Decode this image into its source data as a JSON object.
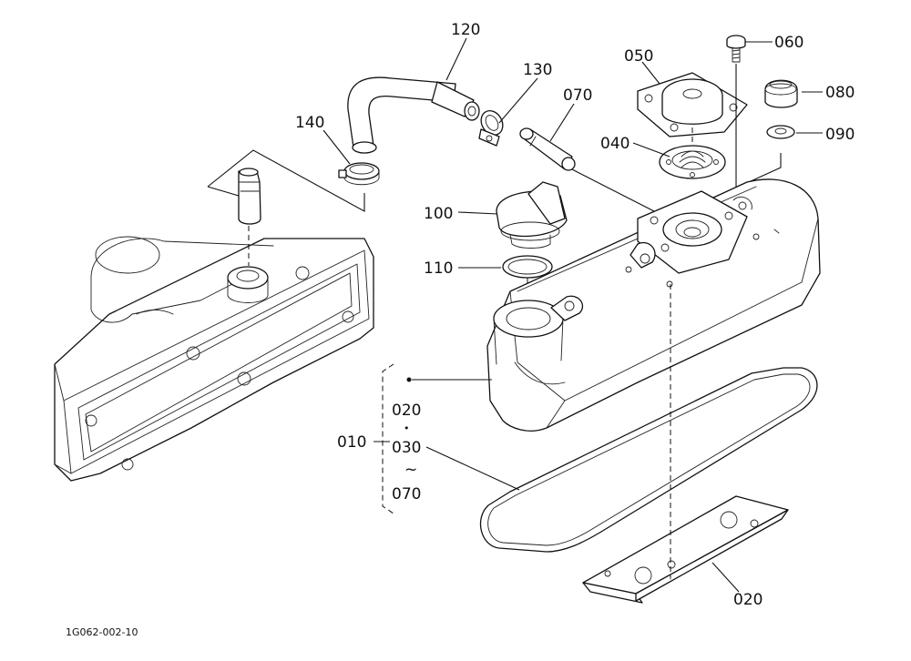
{
  "callouts": {
    "c120": "120",
    "c130": "130",
    "c070": "070",
    "c050": "050",
    "c060": "060",
    "c080": "080",
    "c090": "090",
    "c040": "040",
    "c140": "140",
    "c100": "100",
    "c110": "110",
    "c010": "010",
    "c020_bottom": "020"
  },
  "assembly_group": {
    "line1": "020",
    "dot": "•",
    "line2": "030",
    "tilde": "~",
    "line3": "070"
  },
  "figure_code": "1G062-002-10"
}
